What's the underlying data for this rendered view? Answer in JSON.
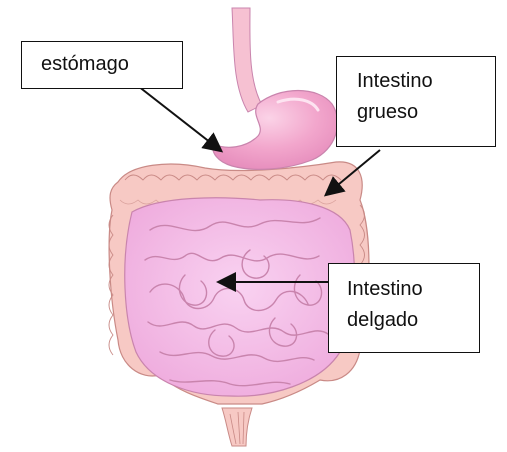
{
  "labels": {
    "estomago": "estómago",
    "intestino_grueso_line1": "Intestino",
    "intestino_grueso_line2": "grueso",
    "intestino_delgado_line1": "Intestino",
    "intestino_delgado_line2": "delgado"
  },
  "colors": {
    "stomach": "#f2a6cc",
    "small_intestine": "#f3b8e6",
    "large_intestine": "#f7c9c4",
    "esophagus": "#f6c1d2",
    "outline": "#c984ad",
    "arrow": "#111111"
  }
}
